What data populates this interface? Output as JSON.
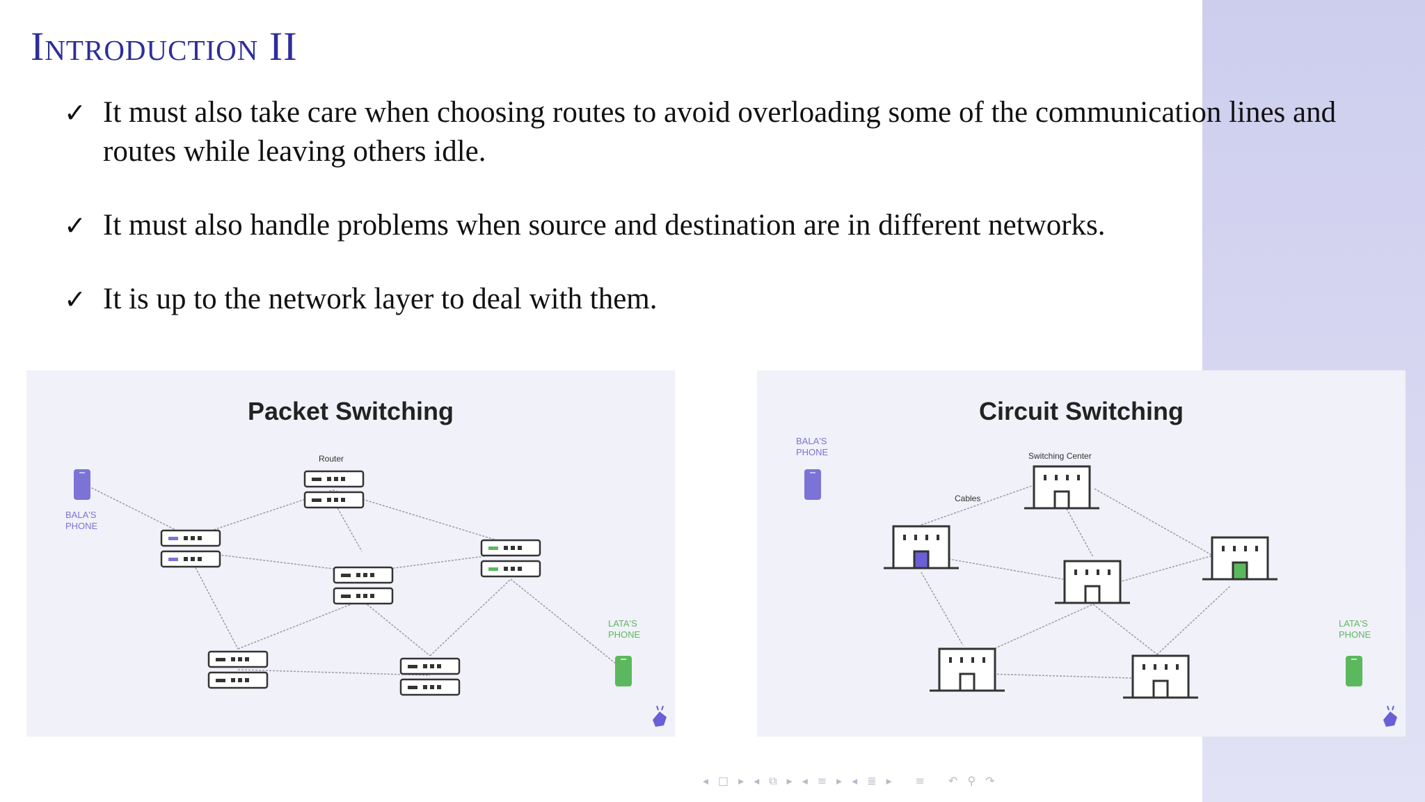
{
  "slide": {
    "title": "Introduction II",
    "check_glyph": "✓",
    "bullets": [
      "It must also take care when choosing routes to avoid  overloading some of the communication lines and  routes while leaving others idle.",
      "It must also handle problems when source and  destination are in different networks.",
      "It is up to the network layer to deal with them."
    ]
  },
  "packet": {
    "title": "Packet Switching",
    "router_label": "Router",
    "source_label": [
      "BALA'S",
      "PHONE"
    ],
    "dest_label": [
      "LATA'S",
      "PHONE"
    ]
  },
  "circuit": {
    "title": "Circuit Switching",
    "center_label": "Switching Center",
    "cables_label": "Cables",
    "source_label": [
      "BALA'S",
      "PHONE"
    ],
    "dest_label": [
      "LATA'S",
      "PHONE"
    ]
  },
  "colors": {
    "title": "#2e2e9a",
    "accent_purple": "#7b74d6",
    "accent_green": "#5cb85c",
    "sidebar": "#cdcdee"
  },
  "navigation_icons": [
    "nav-prev-icon",
    "frame-icon",
    "nav-next-icon",
    "nav-prev-icon",
    "subsection-icon",
    "nav-next-icon",
    "nav-prev-icon",
    "section-icon",
    "nav-next-icon",
    "nav-prev-icon",
    "list-icon",
    "nav-next-icon",
    "align-icon",
    "undo-icon",
    "search-icon",
    "redo-icon"
  ]
}
